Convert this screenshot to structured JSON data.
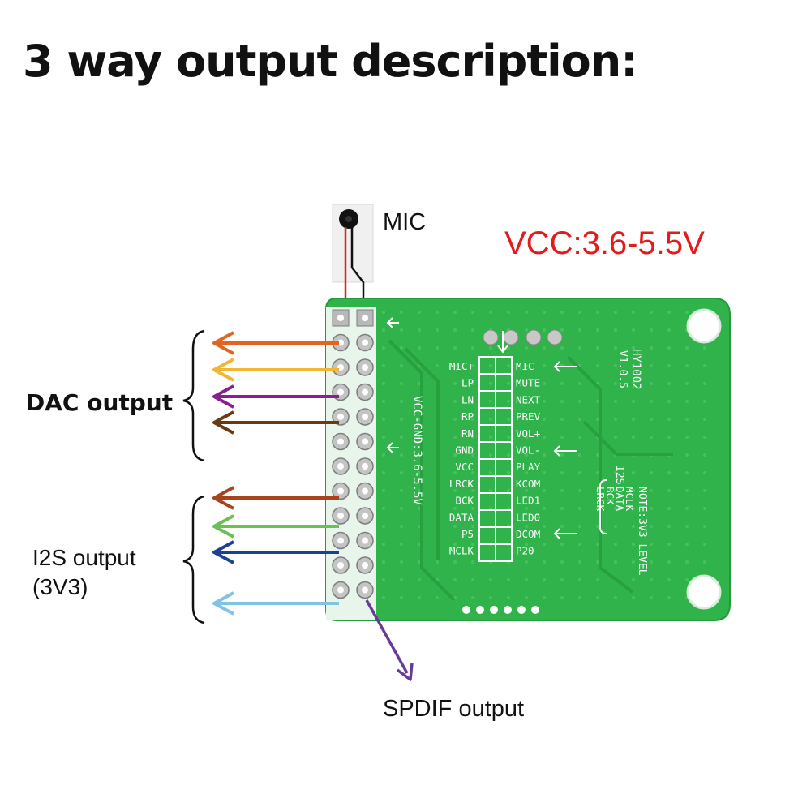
{
  "title": "3 way output description:",
  "labels": {
    "mic": "MIC",
    "vcc": "VCC:3.6-5.5V",
    "dac_output": "DAC output",
    "i2s_output_line1": "I2S output",
    "i2s_output_line2": "(3V3)",
    "spdif_output": "SPDIF output"
  },
  "board": {
    "model": "HY1002",
    "version": "V1.0.5",
    "vcc_note": "VCC-GND:3.6-5.5V",
    "i2s_tag": "I2S",
    "note_level": "NOTE:3V3 LEVEL",
    "note_signals": [
      "MCLK",
      "DATA",
      "BCK",
      "LRCK"
    ],
    "left_pins": [
      "MIC+",
      "LP",
      "LN",
      "RP",
      "RN",
      "GND",
      "VCC",
      "LRCK",
      "BCK",
      "DATA",
      "P5",
      "MCLK"
    ],
    "right_pins": [
      "MIC-",
      "MUTE",
      "NEXT",
      "PREV",
      "VOL+",
      "VOL-",
      "PLAY",
      "KCOM",
      "LED1",
      "LED0",
      "DCOM",
      "P20"
    ]
  },
  "colors": {
    "board": "#2fb34a",
    "vcc_text": "#e21b1b",
    "arrow_dac_1": "#e2651f",
    "arrow_dac_2": "#f2b632",
    "arrow_dac_3": "#8a1f8f",
    "arrow_dac_4": "#6b3a10",
    "arrow_i2s_1": "#a8441d",
    "arrow_i2s_2": "#6cbf52",
    "arrow_i2s_3": "#1d3f94",
    "arrow_i2s_4": "#7fc4e3",
    "arrow_spdif": "#6a3a9a"
  }
}
